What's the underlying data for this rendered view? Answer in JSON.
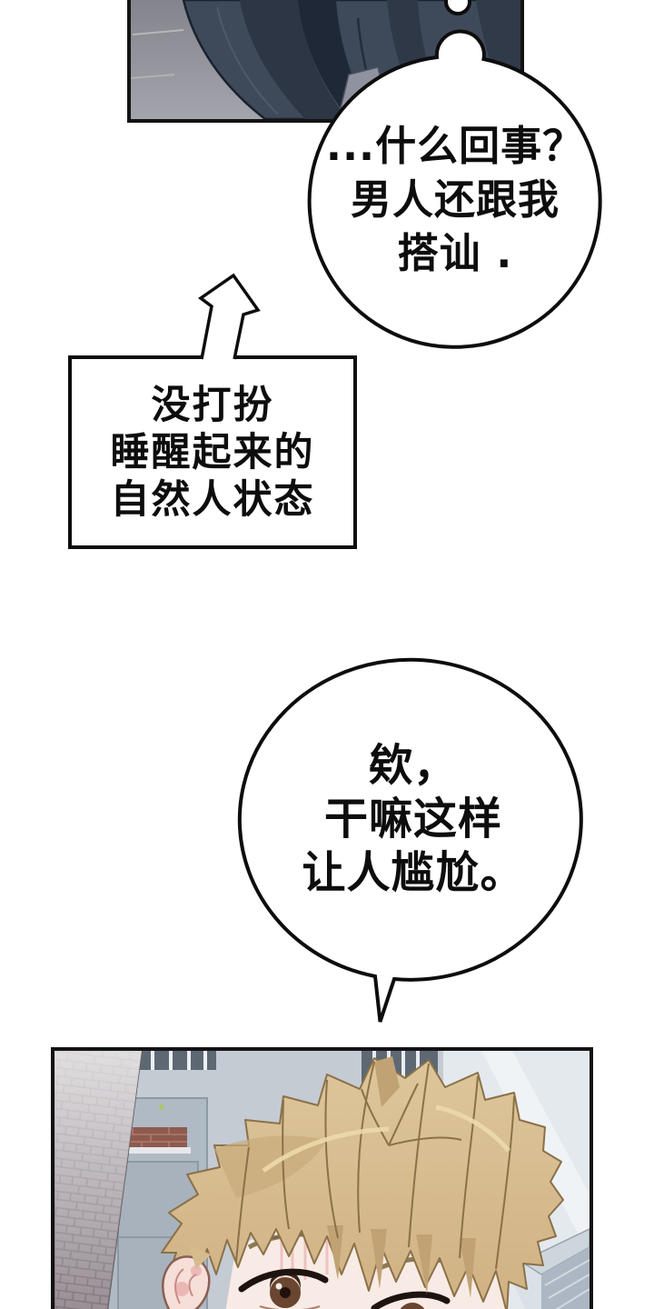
{
  "page": {
    "background": "#ffffff",
    "kind": "webtoon comic page"
  },
  "colors": {
    "ink": "#0d0d0d",
    "bubble_fill": "#ffffff",
    "jacket": "#3e4959",
    "jacket_fold": "#2c3644",
    "jacket_deep": "#1f2836",
    "floor": "#8f8f97",
    "garment_grey": "#8e939f",
    "sky": "#e9eef2",
    "building_mid": "#c4cbd3",
    "building_right": "#e4e9ee",
    "window_frame": "#5d6872",
    "red_brick": "#8d5a50",
    "brick_wall": "#8a7f86",
    "corner_brick": "#adb7c3",
    "hair": "#d9bf92",
    "hair_shadow": "#c0a274",
    "hair_line": "#8a7148",
    "skin": "#f8ebe5",
    "ear_pink": "#e7a9a8",
    "iris": "#6a452f"
  },
  "thought_bubble": {
    "style": "circle with bump and dot trail from top panel",
    "lines": [
      "...什么回事？",
      "男人还跟我",
      "搭讪 ."
    ]
  },
  "caption_box": {
    "style": "rectangle with outlined arrow pointing up-right at thought bubble",
    "lines": [
      "没打扮",
      "睡醒起来的",
      "自然人状态"
    ]
  },
  "speech_bubble": {
    "style": "large ellipse with tail pointing down to bottom panel",
    "lines": [
      "欸，",
      "干嘛这样",
      "让人尴尬。"
    ]
  }
}
